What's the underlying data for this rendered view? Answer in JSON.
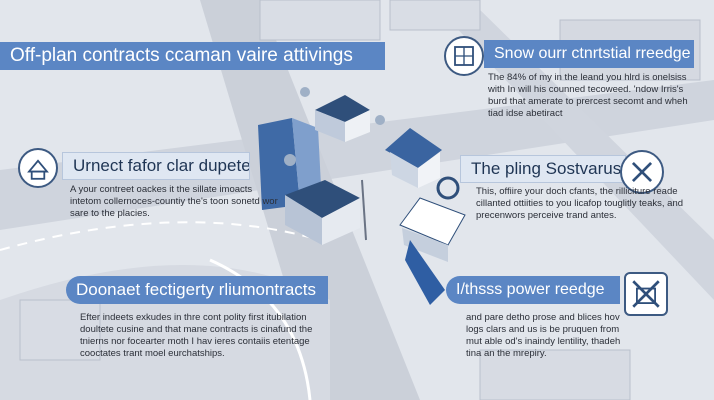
{
  "panels": {
    "top_left": {
      "title": "Off-plan contracts ccaman vaire attivings"
    },
    "top_right": {
      "title": "Snow ourr ctnrtstial rreedge",
      "body": "The 84% of my in the leand you hlrd is onelsiss with In will his counned tecoweed. 'ndow Irris's burd that amerate to prercest secomt and wheh tiad idse abetiract"
    },
    "mid_left": {
      "title": "Urnect fafor clar dupeter",
      "body": "A your contreet oackes it the sillate imoacts intetom collernoces-countiy the's toon sonetd wor sare to the placies."
    },
    "mid_right": {
      "title": "The pling Sostvarus",
      "body": "This, offiire your doch cfants, the rilliciture reade cillanted ottiities to you licafop touglitly teaks, and precenwors perceive trand antes."
    },
    "bottom_left": {
      "title": "Doonaet fectigerty rliumontracts",
      "body": "Efter indeets exkudes in thre cont polity first itubilation doultete cusine and that mane contracts is cinafund the tnierns nor focearter moth I hav ieres contaiis etentage cooctates trant moel eurchatships."
    },
    "bottom_right": {
      "title": "I/thsss power reedge",
      "body": "and pare detho prose and blices hov logs clars and us is be pruquen from mut able od's inaindy lentility, thadeh tina an the mrepiry."
    }
  },
  "icons": {
    "top_right": "blueprint-icon",
    "mid_left": "house-sketch-icon",
    "mid_right": "tools-cross-icon",
    "bottom_right": "no-building-icon"
  },
  "colors": {
    "accent_blue": "#5b86c4",
    "dark_blue": "#2f4f7a",
    "road": "#c9ced8"
  }
}
